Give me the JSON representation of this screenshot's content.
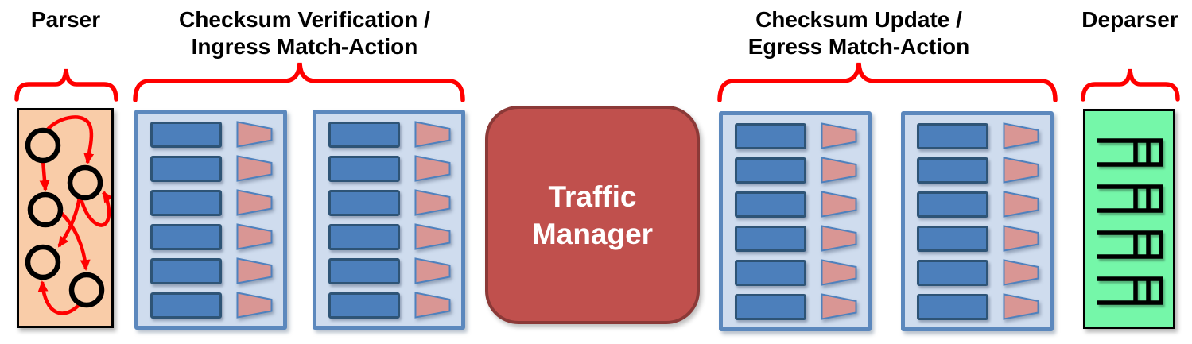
{
  "labels": {
    "parser": "Parser",
    "ingress": {
      "line1": "Checksum Verification /",
      "line2": "Ingress Match-Action"
    },
    "traffic_manager": {
      "line1": "Traffic",
      "line2": "Manager"
    },
    "egress": {
      "line1": "Checksum Update /",
      "line2": "Egress Match-Action"
    },
    "deparser": "Deparser"
  },
  "pipeline": {
    "ingress_stage_count": 2,
    "egress_stage_count": 2,
    "tables_per_stage": 6,
    "parser_state_count": 5,
    "deparser_queue_count": 4
  },
  "colors": {
    "brace_red": "#FF0000",
    "arrow_red": "#FF0000",
    "parser_fill": "#F9CCA8",
    "stage_fill": "#CFDCEE",
    "stage_border": "#5C88BD",
    "table_fill": "#4C7FBB",
    "table_border": "#2E5476",
    "action_fill": "#D99694",
    "action_border": "#4F81BD",
    "traffic_manager_fill": "#C0504D",
    "traffic_manager_border": "#8B3937",
    "deparser_fill": "#75F7A9",
    "text_black": "#000000",
    "text_white": "#FFFFFF"
  }
}
